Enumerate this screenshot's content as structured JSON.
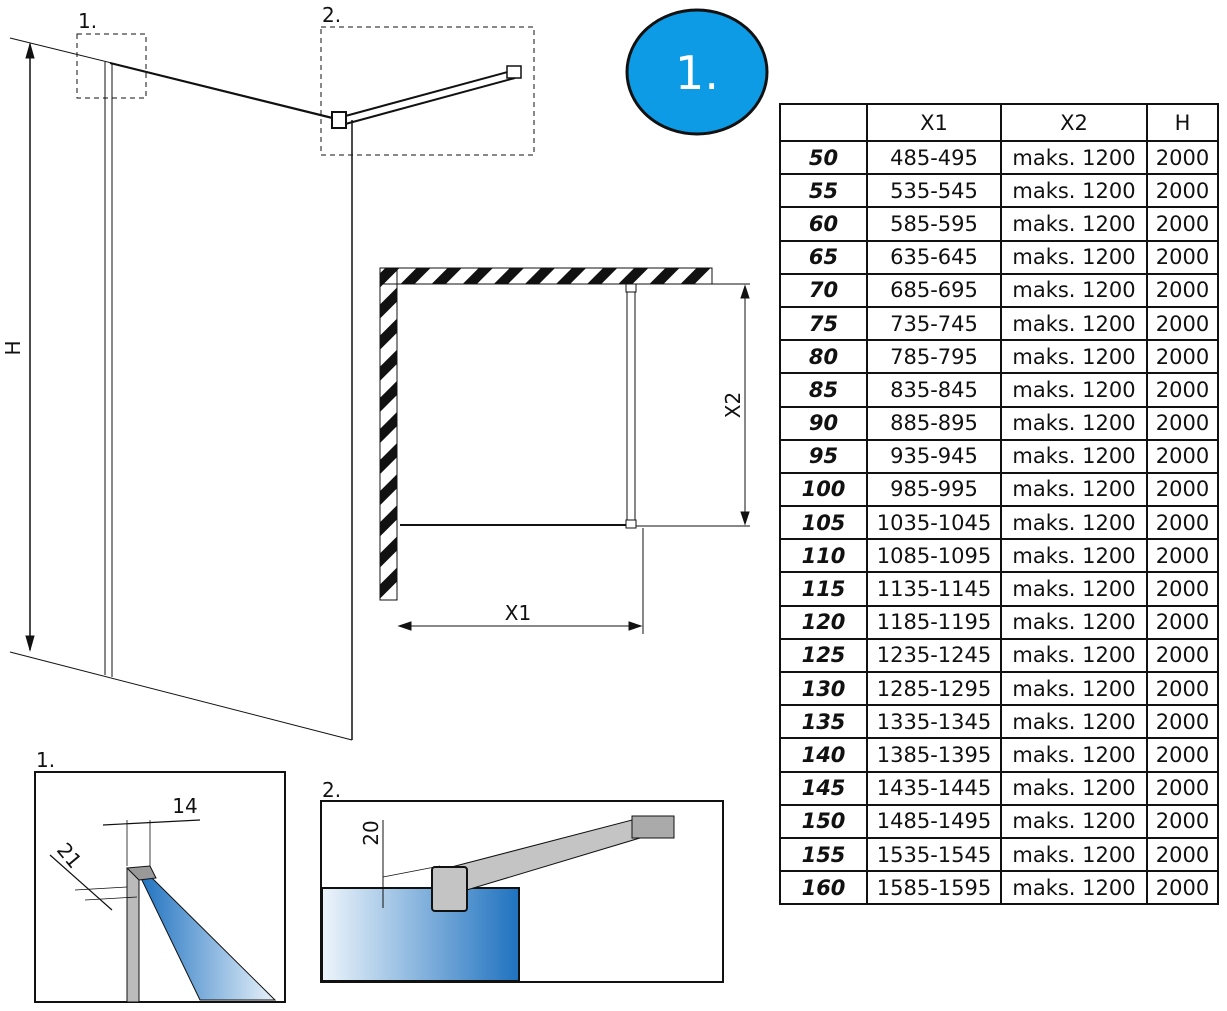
{
  "badge": {
    "label": "1.",
    "color": "#0e9be5"
  },
  "main_drawing": {
    "detail_1_label": "1.",
    "detail_2_label": "2.",
    "height_label": "H"
  },
  "plan_view": {
    "x1_label": "X1",
    "x2_label": "X2"
  },
  "detail_1": {
    "label": "1.",
    "dim_width": "14",
    "dim_depth": "21"
  },
  "detail_2": {
    "label": "2.",
    "dim_offset": "20"
  },
  "glass_color": "#2a7fc8",
  "table": {
    "headers": [
      "",
      "X1",
      "X2",
      "H"
    ],
    "rows": [
      [
        "50",
        "485-495",
        "maks. 1200",
        "2000"
      ],
      [
        "55",
        "535-545",
        "maks. 1200",
        "2000"
      ],
      [
        "60",
        "585-595",
        "maks. 1200",
        "2000"
      ],
      [
        "65",
        "635-645",
        "maks. 1200",
        "2000"
      ],
      [
        "70",
        "685-695",
        "maks. 1200",
        "2000"
      ],
      [
        "75",
        "735-745",
        "maks. 1200",
        "2000"
      ],
      [
        "80",
        "785-795",
        "maks. 1200",
        "2000"
      ],
      [
        "85",
        "835-845",
        "maks. 1200",
        "2000"
      ],
      [
        "90",
        "885-895",
        "maks. 1200",
        "2000"
      ],
      [
        "95",
        "935-945",
        "maks. 1200",
        "2000"
      ],
      [
        "100",
        "985-995",
        "maks. 1200",
        "2000"
      ],
      [
        "105",
        "1035-1045",
        "maks. 1200",
        "2000"
      ],
      [
        "110",
        "1085-1095",
        "maks. 1200",
        "2000"
      ],
      [
        "115",
        "1135-1145",
        "maks. 1200",
        "2000"
      ],
      [
        "120",
        "1185-1195",
        "maks. 1200",
        "2000"
      ],
      [
        "125",
        "1235-1245",
        "maks. 1200",
        "2000"
      ],
      [
        "130",
        "1285-1295",
        "maks. 1200",
        "2000"
      ],
      [
        "135",
        "1335-1345",
        "maks. 1200",
        "2000"
      ],
      [
        "140",
        "1385-1395",
        "maks. 1200",
        "2000"
      ],
      [
        "145",
        "1435-1445",
        "maks. 1200",
        "2000"
      ],
      [
        "150",
        "1485-1495",
        "maks. 1200",
        "2000"
      ],
      [
        "155",
        "1535-1545",
        "maks. 1200",
        "2000"
      ],
      [
        "160",
        "1585-1595",
        "maks. 1200",
        "2000"
      ]
    ]
  }
}
